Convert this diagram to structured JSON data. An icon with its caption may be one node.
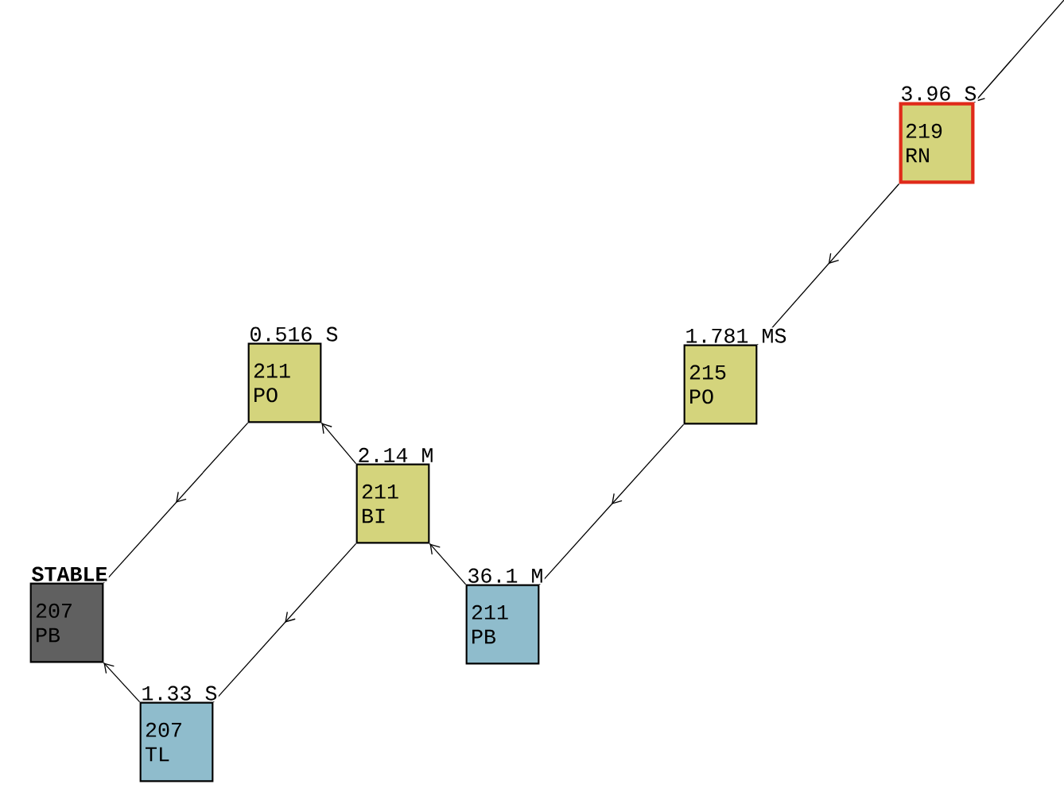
{
  "diagram": {
    "nodes": [
      {
        "text": [
          "219",
          "RN"
        ],
        "beside": [
          "3.96 S"
        ]
      },
      {
        "text": [
          "215",
          "PO"
        ],
        "beside": [
          "1.781 MS"
        ]
      },
      {
        "text": [
          "211",
          "PO"
        ],
        "beside": [
          "0.516 S"
        ]
      },
      {
        "text": [
          "211",
          "BI"
        ],
        "beside": [
          "2.14 M"
        ]
      },
      {
        "text": [
          "211",
          "PB"
        ],
        "beside": [
          "36.1 M"
        ]
      },
      {
        "text": [
          "207",
          "PB"
        ],
        "beside": [
          "STABLE"
        ]
      },
      {
        "text": [
          "207",
          "TL"
        ],
        "beside": [
          "1.33 S"
        ]
      }
    ],
    "edges": [
      {
        "from": null,
        "to": 0,
        "arrow": "to"
      },
      {
        "from": 0,
        "to": 1,
        "arrow": "to"
      },
      {
        "from": 1,
        "to": 4,
        "arrow": "to"
      },
      {
        "from": 4,
        "to": 3,
        "arrow": "to"
      },
      {
        "from": 3,
        "to": 2,
        "arrow": "to"
      },
      {
        "from": 2,
        "to": 5,
        "arrow": "to"
      },
      {
        "from": 3,
        "to": 6,
        "arrow": "to"
      },
      {
        "from": 6,
        "to": 5,
        "arrow": "to"
      }
    ]
  }
}
